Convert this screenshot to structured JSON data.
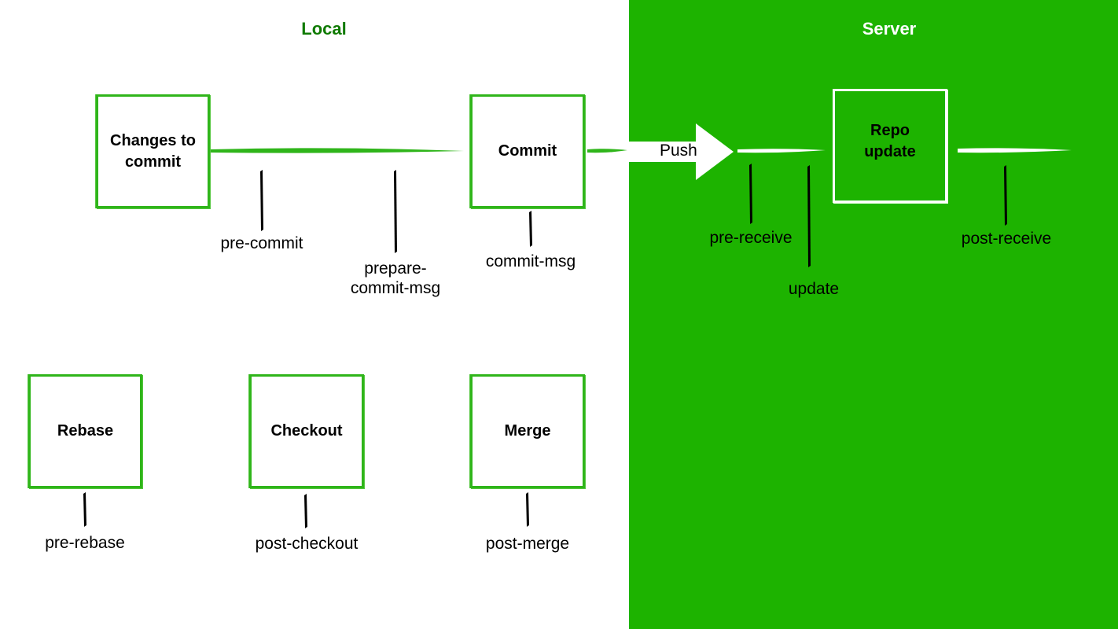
{
  "sections": {
    "local": "Local",
    "server": "Server"
  },
  "boxes": {
    "changes_to_commit": "Changes to commit",
    "commit": "Commit",
    "repo_update": "Repo update",
    "rebase": "Rebase",
    "checkout": "Checkout",
    "merge": "Merge"
  },
  "arrow": {
    "push": "Push"
  },
  "hooks": {
    "pre_commit": "pre-commit",
    "prepare_commit_msg": "prepare-commit-msg",
    "commit_msg": "commit-msg",
    "pre_receive": "pre-receive",
    "update": "update",
    "post_receive": "post-receive",
    "pre_rebase": "pre-rebase",
    "post_checkout": "post-checkout",
    "post_merge": "post-merge"
  },
  "colors": {
    "server_background": "#1db300",
    "local_title": "#0f7a00",
    "local_box_border": "#2fb51a",
    "server_box_border": "#ffffff",
    "hook_tick": "#000000"
  }
}
